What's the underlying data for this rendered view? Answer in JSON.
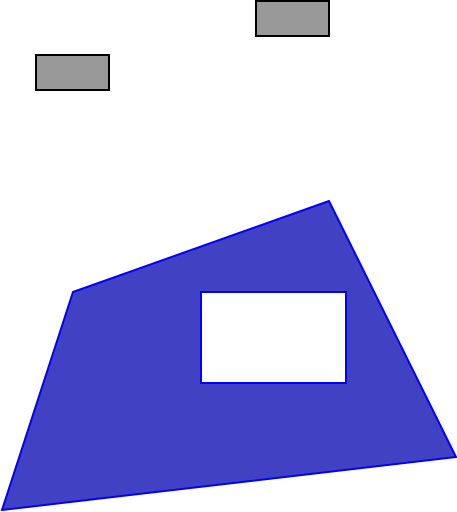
{
  "shapes": {
    "top_left_rect": {
      "kind": "rectangle",
      "fill": "#999999",
      "stroke": "#000000"
    },
    "top_right_rect": {
      "kind": "rectangle",
      "fill": "#999999",
      "stroke": "#000000"
    },
    "polygon": {
      "kind": "quadrilateral-with-hole",
      "fill": "#4141c4",
      "stroke": "#0000ff"
    },
    "hole": {
      "kind": "rectangle",
      "fill": "#ffffff",
      "stroke": "#0000ff"
    }
  }
}
